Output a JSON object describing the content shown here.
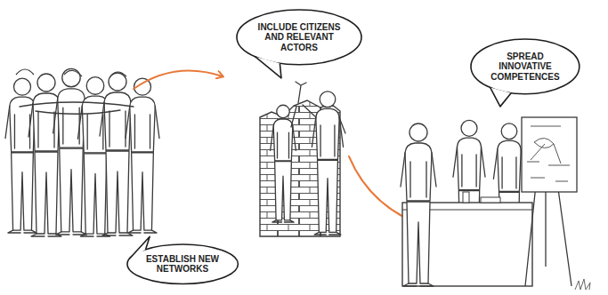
{
  "diagram": {
    "nodes": [
      {
        "text": [
          "ESTABLISH NEW NETWORKS"
        ]
      },
      {
        "text": [
          "INCLUDE CITIZENS AND RELEVANT ACTORS"
        ]
      },
      {
        "text": [
          "SPREAD INNOVATIVE COMPETENCES"
        ]
      }
    ]
  }
}
